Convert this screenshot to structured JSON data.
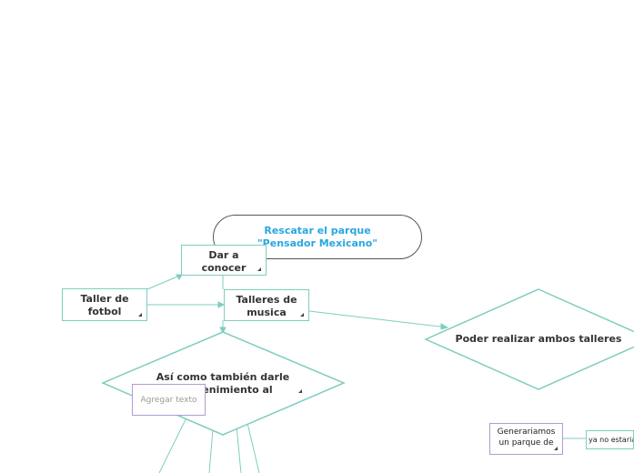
{
  "root": {
    "label": "Rescatar el parque \"Pensador Mexicano\""
  },
  "nodes": {
    "dar_a_conocer": {
      "label": "Dar a conocer nuestros"
    },
    "taller_futbol": {
      "label": "Taller de fotbol"
    },
    "talleres_musica": {
      "label": "Talleres de musica"
    },
    "poder_realizar": {
      "label": "Poder realizar ambos talleres"
    },
    "mantenimiento": {
      "label": "Así como también darle mantenimiento al parque"
    },
    "agregar_texto": {
      "placeholder": "Agregar texto"
    },
    "generariamos": {
      "label": "Generariamos un parque de"
    },
    "ya_no_estarian": {
      "label": "ya no estarian"
    }
  },
  "colors": {
    "connector": "#7fcdc0",
    "root_text": "#2aa7e0",
    "root_border": "#555555",
    "placeholder_border": "#b39ad8"
  }
}
